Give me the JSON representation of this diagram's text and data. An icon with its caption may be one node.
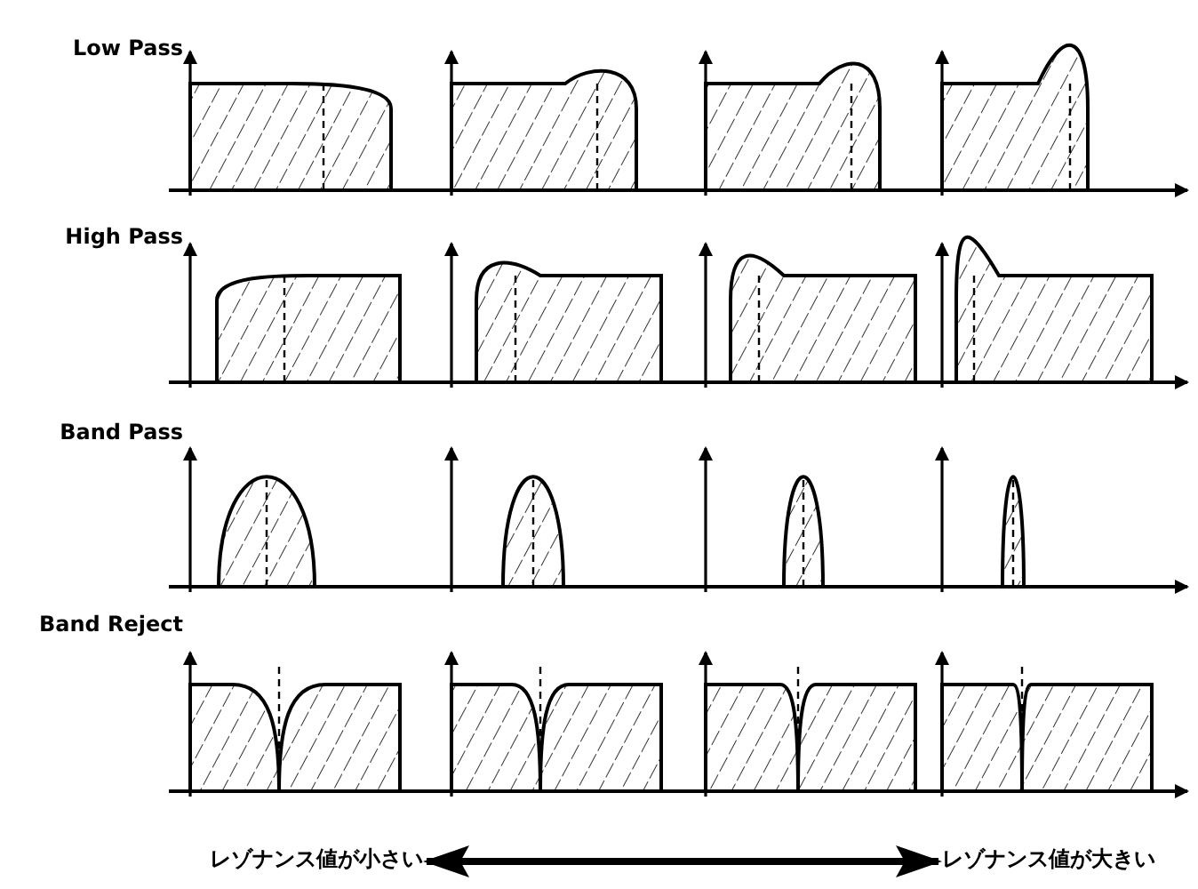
{
  "diagram": {
    "nodes": [
      {
        "text": [
          "レゾナンス値が小さい"
        ]
      },
      {
        "text": [
          "レゾナンス値が大きい"
        ]
      }
    ],
    "edges": [
      {
        "from": 0,
        "to": 1,
        "arrow": "both"
      }
    ],
    "labels": [
      "Low Pass",
      "High Pass",
      "Band Pass",
      "Band Reject"
    ]
  }
}
